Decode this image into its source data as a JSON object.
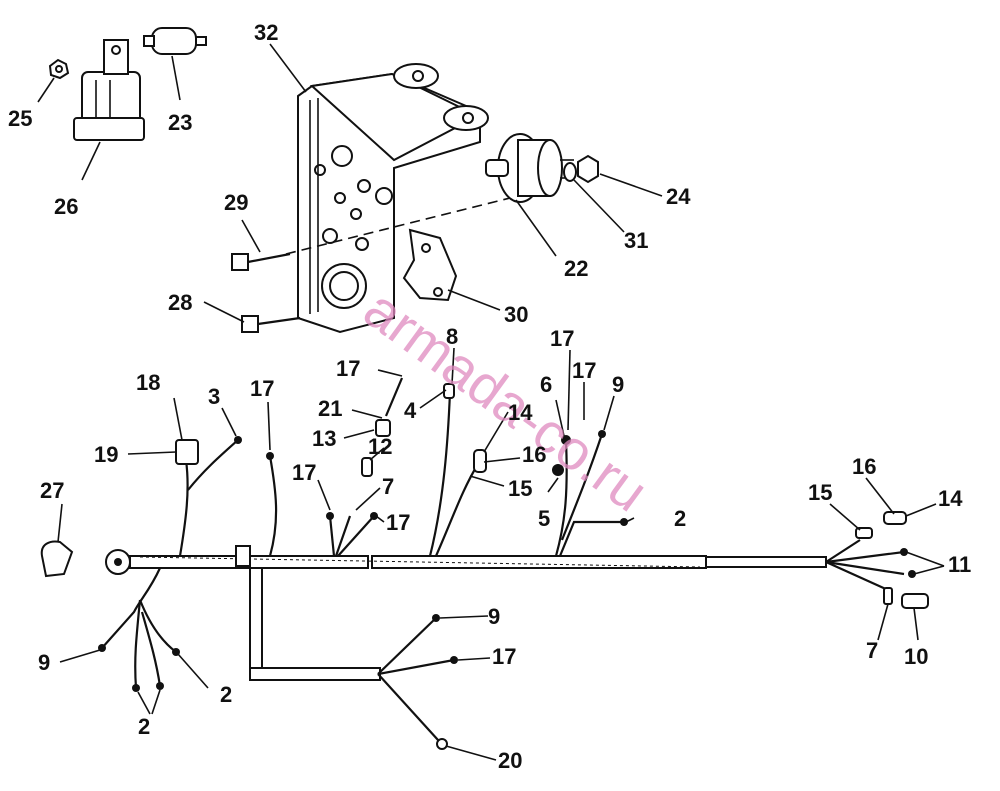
{
  "watermark": "armada-co.ru",
  "callouts": [
    {
      "id": "c25",
      "label": "25"
    },
    {
      "id": "c26",
      "label": "26"
    },
    {
      "id": "c23",
      "label": "23"
    },
    {
      "id": "c32",
      "label": "32"
    },
    {
      "id": "c24",
      "label": "24"
    },
    {
      "id": "c31",
      "label": "31"
    },
    {
      "id": "c22",
      "label": "22"
    },
    {
      "id": "c29",
      "label": "29"
    },
    {
      "id": "c28",
      "label": "28"
    },
    {
      "id": "c30",
      "label": "30"
    },
    {
      "id": "c8",
      "label": "8"
    },
    {
      "id": "c17a",
      "label": "17"
    },
    {
      "id": "c17b",
      "label": "17"
    },
    {
      "id": "c17c",
      "label": "17"
    },
    {
      "id": "c9a",
      "label": "9"
    },
    {
      "id": "c18",
      "label": "18"
    },
    {
      "id": "c3",
      "label": "3"
    },
    {
      "id": "c17d",
      "label": "17"
    },
    {
      "id": "c17e",
      "label": "17"
    },
    {
      "id": "c21",
      "label": "21"
    },
    {
      "id": "c4",
      "label": "4"
    },
    {
      "id": "c14a",
      "label": "14"
    },
    {
      "id": "c6",
      "label": "6"
    },
    {
      "id": "c13",
      "label": "13"
    },
    {
      "id": "c12",
      "label": "12"
    },
    {
      "id": "c19",
      "label": "19"
    },
    {
      "id": "c16a",
      "label": "16"
    },
    {
      "id": "c17f",
      "label": "17"
    },
    {
      "id": "c7a",
      "label": "7"
    },
    {
      "id": "c15a",
      "label": "15"
    },
    {
      "id": "c5",
      "label": "5"
    },
    {
      "id": "c17g",
      "label": "17"
    },
    {
      "id": "c27",
      "label": "27"
    },
    {
      "id": "c2a",
      "label": "2"
    },
    {
      "id": "c16b",
      "label": "16"
    },
    {
      "id": "c15b",
      "label": "15"
    },
    {
      "id": "c14b",
      "label": "14"
    },
    {
      "id": "c11",
      "label": "11"
    },
    {
      "id": "c9b",
      "label": "9"
    },
    {
      "id": "c9c",
      "label": "9"
    },
    {
      "id": "c17h",
      "label": "17"
    },
    {
      "id": "c2b",
      "label": "2"
    },
    {
      "id": "c7b",
      "label": "7"
    },
    {
      "id": "c10",
      "label": "10"
    },
    {
      "id": "c2c",
      "label": "2"
    },
    {
      "id": "c20",
      "label": "20"
    }
  ]
}
